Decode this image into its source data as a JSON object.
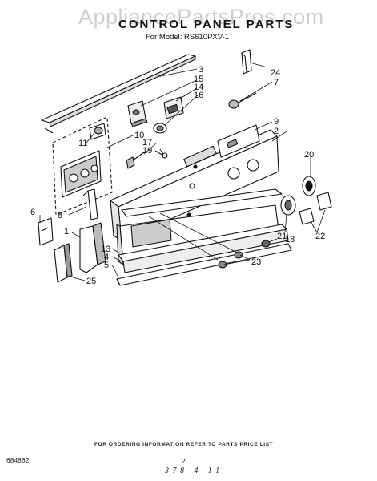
{
  "watermark": "AppliancePartsPros.com",
  "title": "CONTROL PANEL PARTS",
  "model_line": "For Model: RS610PXV-1",
  "footer_note": "FOR ORDERING INFORMATION REFER TO PARTS PRICE LIST",
  "diagram_code": "684862",
  "page_number": "2",
  "handwritten_mark": "3 7 8 - 4 - 1 1",
  "callouts": {
    "c1": "1",
    "c2": "2",
    "c3": "3",
    "c4": "4",
    "c5": "5",
    "c6": "6",
    "c7": "7",
    "c8": "8",
    "c9": "9",
    "c10": "10",
    "c11": "11",
    "c13": "13",
    "c14": "14",
    "c15": "15",
    "c16": "16",
    "c17": "17",
    "c18": "18",
    "c19": "19",
    "c20": "20",
    "c21": "21",
    "c22": "22",
    "c23": "23",
    "c24": "24",
    "c25": "25"
  }
}
